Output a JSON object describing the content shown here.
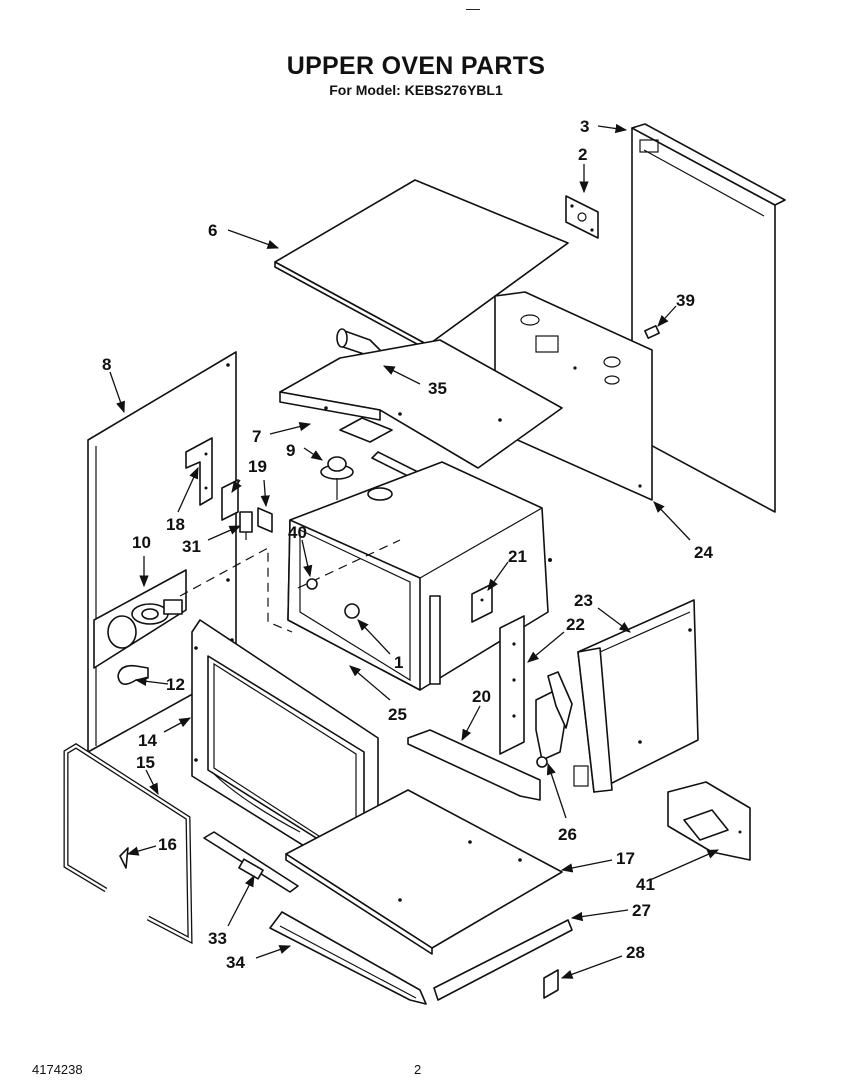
{
  "header": {
    "title": "UPPER OVEN PARTS",
    "subtitle": "For Model: KEBS276YBL1",
    "top_mark": "—"
  },
  "footer": {
    "doc_number": "4174238",
    "page_number": "2"
  },
  "callouts": [
    {
      "id": "c1",
      "text": "1"
    },
    {
      "id": "c2",
      "text": "2"
    },
    {
      "id": "c3",
      "text": "3"
    },
    {
      "id": "c6",
      "text": "6"
    },
    {
      "id": "c7",
      "text": "7"
    },
    {
      "id": "c8",
      "text": "8"
    },
    {
      "id": "c9",
      "text": "9"
    },
    {
      "id": "c10",
      "text": "10"
    },
    {
      "id": "c12",
      "text": "12"
    },
    {
      "id": "c14",
      "text": "14"
    },
    {
      "id": "c15",
      "text": "15"
    },
    {
      "id": "c16",
      "text": "16"
    },
    {
      "id": "c17",
      "text": "17"
    },
    {
      "id": "c18",
      "text": "18"
    },
    {
      "id": "c19",
      "text": "19"
    },
    {
      "id": "c20",
      "text": "20"
    },
    {
      "id": "c21",
      "text": "21"
    },
    {
      "id": "c22",
      "text": "22"
    },
    {
      "id": "c23",
      "text": "23"
    },
    {
      "id": "c24",
      "text": "24"
    },
    {
      "id": "c25",
      "text": "25"
    },
    {
      "id": "c26",
      "text": "26"
    },
    {
      "id": "c27",
      "text": "27"
    },
    {
      "id": "c28",
      "text": "28"
    },
    {
      "id": "c31",
      "text": "31"
    },
    {
      "id": "c33",
      "text": "33"
    },
    {
      "id": "c34",
      "text": "34"
    },
    {
      "id": "c35",
      "text": "35"
    },
    {
      "id": "c39",
      "text": "39"
    },
    {
      "id": "c40",
      "text": "40"
    },
    {
      "id": "c41",
      "text": "41"
    }
  ]
}
